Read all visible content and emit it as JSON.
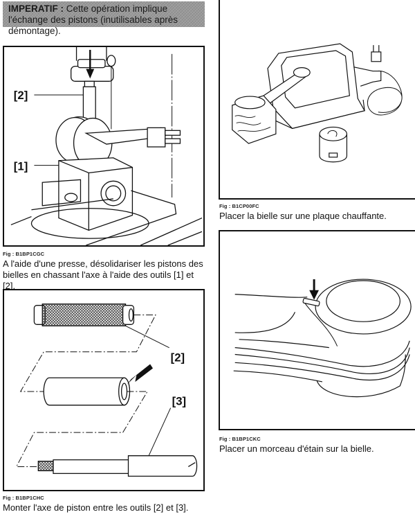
{
  "banner": {
    "strong": "IMPERATIF :",
    "text": " Cette opération implique l'échange des pistons (inutilisables après démontage)."
  },
  "figures": [
    {
      "fig_ref": "Fig : B1BP1CGC",
      "caption": "A l'aide d'une presse, désolidariser les pistons des bielles en chassant l'axe à l'aide des outils [1] et [2].",
      "labels": [
        "[2]",
        "[1]"
      ]
    },
    {
      "fig_ref": "Fig : B1BP1CHC",
      "caption": "Monter l'axe de piston entre les outils [2] et [3].",
      "labels": [
        "[2]",
        "[3]"
      ]
    },
    {
      "fig_ref": "Fig : B1CP00FC",
      "caption": "Placer la bielle sur une plaque chauffante.",
      "labels": []
    },
    {
      "fig_ref": "Fig : B1BP1CKC",
      "caption": "Placer un morceau d'étain sur la bielle.",
      "labels": []
    }
  ]
}
